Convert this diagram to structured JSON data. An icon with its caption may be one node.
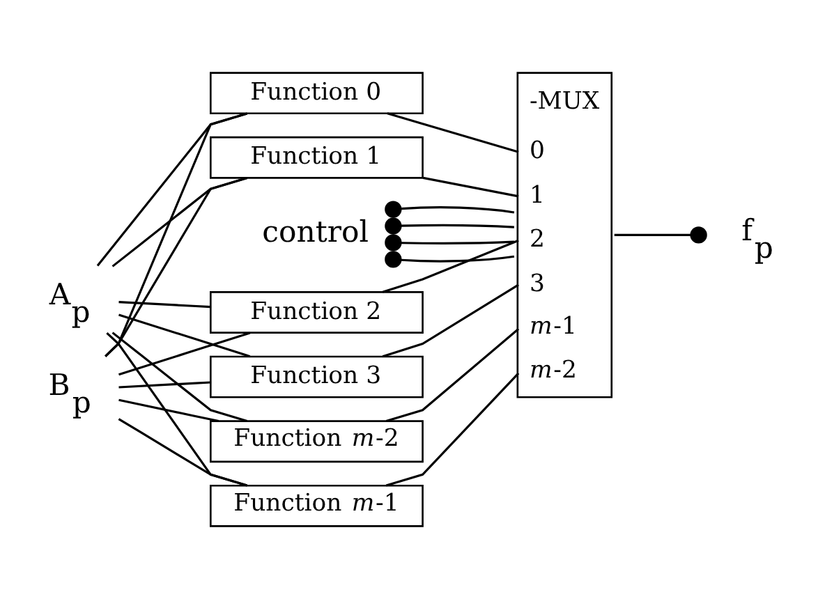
{
  "diagram": {
    "nodes": [
      {
        "text": [
          "A$_{p}$"
        ]
      },
      {
        "text": [
          "B$_{p}$"
        ]
      },
      {
        "text": [
          "Function 0"
        ]
      },
      {
        "text": [
          "Function 1"
        ]
      },
      {
        "text": [
          "Function 2"
        ]
      },
      {
        "text": [
          "Function 3"
        ]
      },
      {
        "text": [
          "Function *m*-2"
        ]
      },
      {
        "text": [
          "Function *m*-1"
        ]
      },
      {
        "text": [
          "control"
        ]
      },
      {
        "text": [
          "-MUX",
          "0",
          "1",
          "2",
          "3",
          "*m*-1",
          "*m*-2"
        ]
      },
      {
        "text": [
          "f$_{p}$"
        ]
      }
    ],
    "edges": [
      {
        "from": 0,
        "to": 2,
        "arrow": "none"
      },
      {
        "from": 0,
        "to": 3,
        "arrow": "none"
      },
      {
        "from": 0,
        "to": 4,
        "arrow": "none"
      },
      {
        "from": 0,
        "to": 5,
        "arrow": "none"
      },
      {
        "from": 0,
        "to": 6,
        "arrow": "none"
      },
      {
        "from": 0,
        "to": 7,
        "arrow": "none"
      },
      {
        "from": 1,
        "to": 2,
        "arrow": "none"
      },
      {
        "from": 1,
        "to": 3,
        "arrow": "none"
      },
      {
        "from": 1,
        "to": 4,
        "arrow": "none"
      },
      {
        "from": 1,
        "to": 5,
        "arrow": "none"
      },
      {
        "from": 1,
        "to": 6,
        "arrow": "none"
      },
      {
        "from": 1,
        "to": 7,
        "arrow": "none"
      },
      {
        "from": 2,
        "to": 9,
        "arrow": "none"
      },
      {
        "from": 3,
        "to": 9,
        "arrow": "none"
      },
      {
        "from": 4,
        "to": 9,
        "arrow": "none"
      },
      {
        "from": 5,
        "to": 9,
        "arrow": "none"
      },
      {
        "from": 6,
        "to": 9,
        "arrow": "none"
      },
      {
        "from": 7,
        "to": 9,
        "arrow": "none"
      },
      {
        "from": 8,
        "to": 9,
        "arrow": "other"
      },
      {
        "from": 8,
        "to": 9,
        "arrow": "other"
      },
      {
        "from": 8,
        "to": 9,
        "arrow": "other"
      },
      {
        "from": 8,
        "to": 9,
        "arrow": "other"
      },
      {
        "from": 9,
        "to": 10,
        "arrow": "other"
      }
    ]
  }
}
